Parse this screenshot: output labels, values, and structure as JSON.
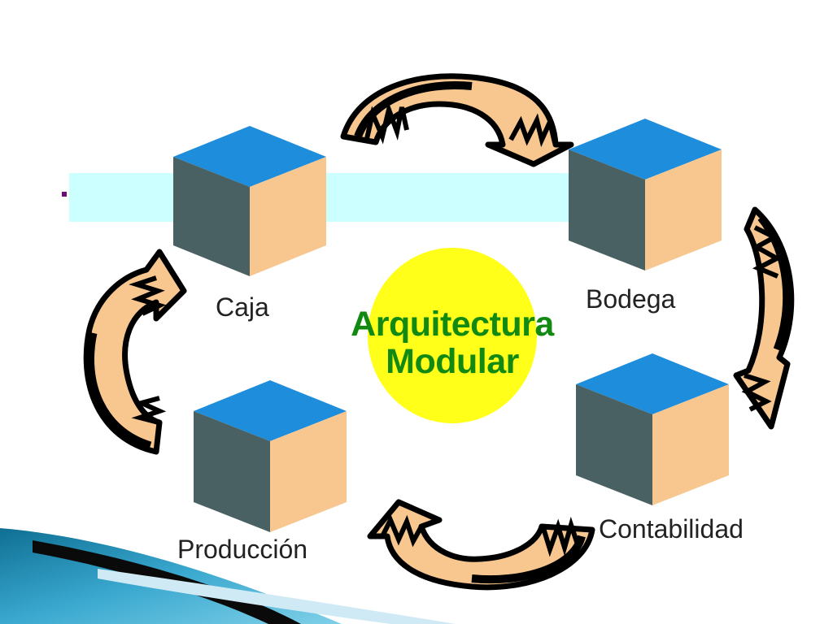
{
  "diagram": {
    "center_title": [
      "Arquitectura",
      "Modular"
    ],
    "modules": [
      {
        "name": "Caja"
      },
      {
        "name": "Bodega"
      },
      {
        "name": "Contabilidad"
      },
      {
        "name": "Producción"
      }
    ],
    "icons": {
      "module": "cube-icon",
      "flow": "curved-arrow-icon"
    },
    "colors": {
      "cube_top": "#1e8ddb",
      "cube_left": "#4a6163",
      "cube_right": "#f8c790",
      "center_circle": "#ffff1a",
      "center_text": "#128a12",
      "arrow_fill": "#f8c790",
      "arrow_stroke": "#000000",
      "highlight_bar": "#ccffff",
      "bullet": "#6a0f75",
      "corner_swoosh": "#1a8fb5"
    }
  }
}
